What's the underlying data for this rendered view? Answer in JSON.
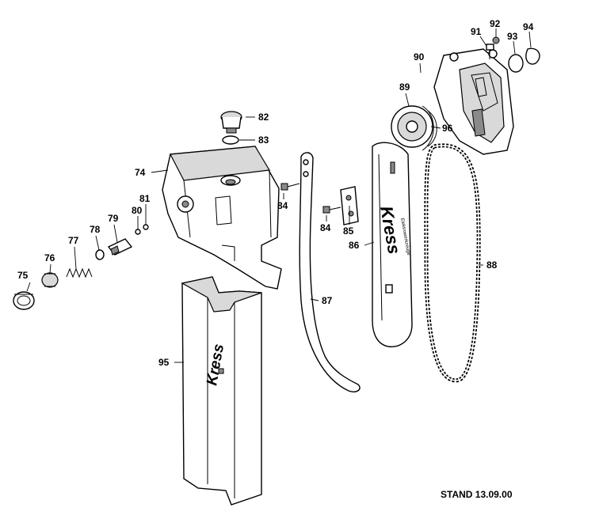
{
  "stamp": "STAND 13.09.00",
  "brand": "Kress",
  "brand_tag": "Elektrowerkzeuge",
  "part_labels": [
    "74",
    "75",
    "76",
    "77",
    "78",
    "79",
    "80",
    "81",
    "82",
    "83",
    "84",
    "84",
    "85",
    "86",
    "87",
    "88",
    "89",
    "90",
    "91",
    "92",
    "93",
    "94",
    "95",
    "96"
  ]
}
